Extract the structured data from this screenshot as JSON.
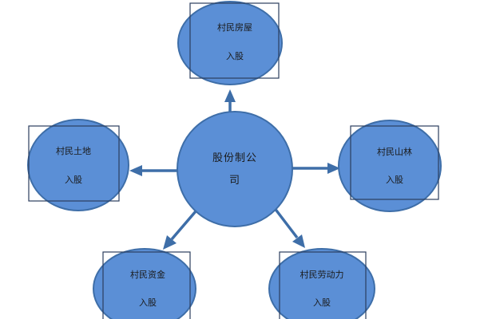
{
  "diagram": {
    "center": {
      "line1": "股份制公",
      "line2": "司"
    },
    "nodes": [
      {
        "id": "house",
        "line1": "村民房屋",
        "line2": "入股"
      },
      {
        "id": "land",
        "line1": "村民土地",
        "line2": "入股"
      },
      {
        "id": "forest",
        "line1": "村民山林",
        "line2": "入股"
      },
      {
        "id": "funds",
        "line1": "村民资金",
        "line2": "入股"
      },
      {
        "id": "labor",
        "line1": "村民劳动力",
        "line2": "入股"
      }
    ],
    "colors": {
      "node_fill": "#5b8fd6",
      "node_stroke": "#3e6ea8",
      "arrow": "#3e6ea8",
      "box": "#2b3e5e"
    }
  }
}
